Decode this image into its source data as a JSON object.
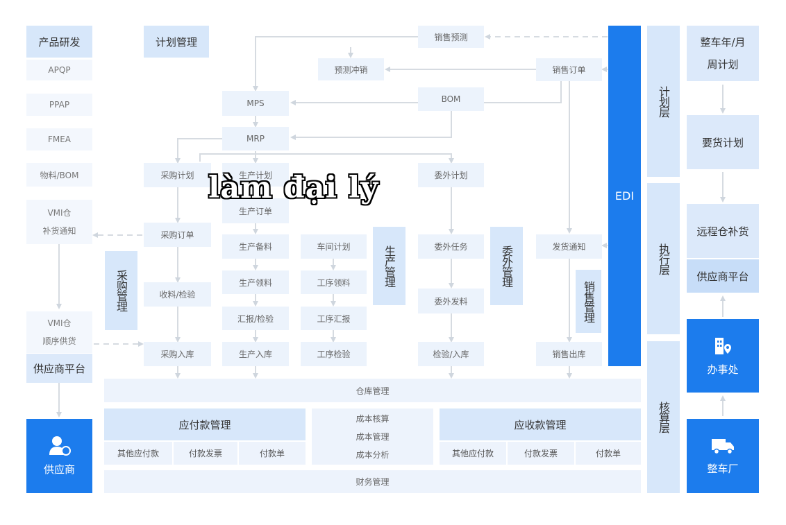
{
  "rd": {
    "title": "产品研发",
    "items": [
      "APQP",
      "PPAP",
      "FMEA",
      "物料/BOM"
    ]
  },
  "plan_mgmt": "计划管理",
  "vmi_replenish": [
    "VMI仓",
    "补货通知"
  ],
  "vmi_sequence": [
    "VMI仓",
    "顺序供货"
  ],
  "supplier_platform_left": "供应商平台",
  "supplier": "供应商",
  "sales_forecast": "销售预测",
  "forecast_offset": "预测冲销",
  "sales_order": "销售订单",
  "mps": "MPS",
  "mrp": "MRP",
  "bom": "BOM",
  "purchase": {
    "plan": "采购计划",
    "order": "采购订单",
    "receive": "收料/检验",
    "inbound": "采购入库",
    "section": "采购管理"
  },
  "production": {
    "plan": "生产计划",
    "order": "生产订单",
    "prep": "生产备料",
    "pick": "生产领料",
    "report": "汇报/检验",
    "inbound": "生产入库",
    "section": "生产管理"
  },
  "workshop": {
    "plan": "车间计划",
    "pick": "工序领料",
    "report": "工序汇报",
    "check": "工序检验"
  },
  "outsourcing": {
    "plan": "委外计划",
    "task": "委外任务",
    "issue": "委外发料",
    "inbound": "检验/入库",
    "section": "委外管理"
  },
  "sales": {
    "ship_notice": "发货通知",
    "outbound": "销售出库",
    "section": "销售管理"
  },
  "edi": "EDI",
  "warehouse": "仓库管理",
  "payable": {
    "title": "应付款管理",
    "items": [
      "其他应付款",
      "付款发票",
      "付款单"
    ]
  },
  "costing": [
    "成本核算",
    "成本管理",
    "成本分析"
  ],
  "receivable": {
    "title": "应收款管理",
    "items": [
      "其他应付款",
      "付款发票",
      "付款单"
    ]
  },
  "finance": "财务管理",
  "layers": {
    "plan": "计划层",
    "exec": "执行层",
    "acct": "核算层"
  },
  "right": {
    "plan1": [
      "整车年/月",
      "周计划"
    ],
    "demand": "要货计划",
    "remote": "远程仓补货",
    "supplier_platform": "供应商平台",
    "office": "办事处",
    "oem": "整车厂"
  },
  "watermark": "làm đại lý",
  "colors": {
    "accent": "#1c7ced",
    "light": "#ecf3fc",
    "mid": "#d7e7fa"
  }
}
